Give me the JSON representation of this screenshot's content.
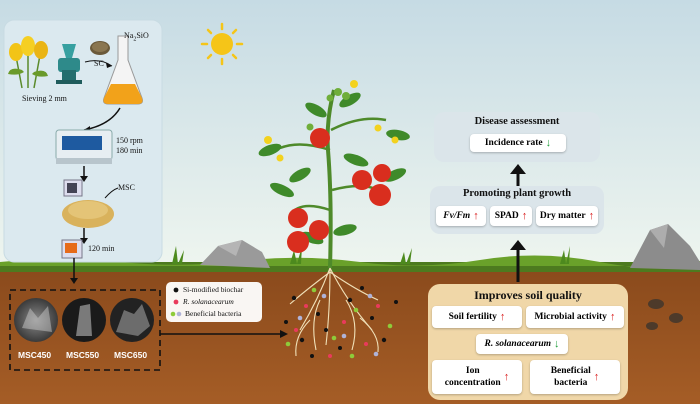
{
  "prep": {
    "reagent_a": "Na",
    "reagent_sub": "2",
    "reagent_b": "SiO",
    "sc": "SC",
    "sieving": "Sieving 2 mm",
    "rpm": "150 rpm",
    "time1": "180 min",
    "msc": "MSC",
    "time2": "120 min"
  },
  "samples": [
    "MSC450",
    "MSC550",
    "MSC650"
  ],
  "legend": [
    "Si-modified biochar",
    "R. solanacearum",
    "Beneficial bacteria"
  ],
  "disease": {
    "title": "Disease assessment",
    "incidence": "Incidence rate"
  },
  "growth": {
    "title": "Promoting plant growth",
    "fvfm": "Fv/Fm",
    "spad": "SPAD",
    "dry": "Dry matter"
  },
  "soil": {
    "title": "Improves soil quality",
    "fertility": "Soil fertility",
    "microbial": "Microbial activity",
    "pathogen": "R. solanacearum",
    "ion1": "Ion",
    "ion2": "concentration",
    "bact1": "Beneficial",
    "bact2": "bacteria"
  },
  "colors": {
    "increase_arrow": "#d81b1b",
    "decrease_arrow": "#1e9e3a",
    "soil_panel": "#f0d7a8",
    "info_panel": "#dbe5ea"
  }
}
